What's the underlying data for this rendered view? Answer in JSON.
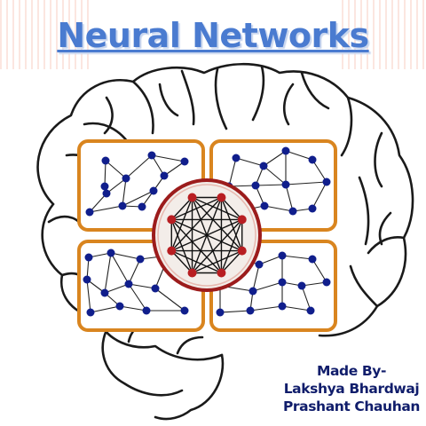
{
  "title": "Neural Networks",
  "credits": {
    "heading": "Made By-",
    "authors": [
      "Lakshya Bhardwaj",
      "Prashant Chauhan"
    ]
  },
  "colors": {
    "title": "#4a7bd0",
    "panel_border": "#d9851f",
    "node_blue": "#101e8c",
    "node_red": "#b81e22",
    "hub_ring": "#9c1c1c",
    "credits": "#101d6b"
  },
  "illustration": {
    "subject": "brain outline with neural network panels",
    "panels": 4,
    "central_hub": "fully connected 8-node graph"
  }
}
